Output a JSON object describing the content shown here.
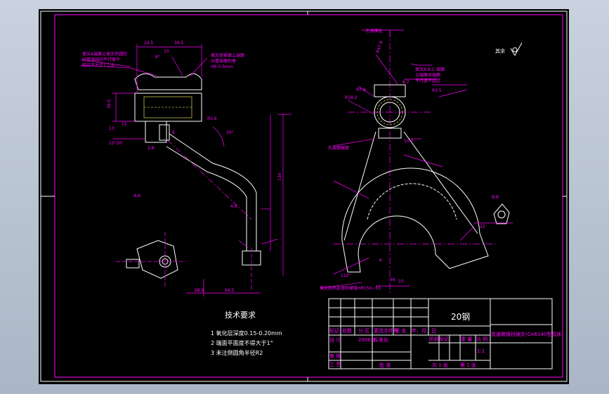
{
  "tech_requirements": {
    "title": "技术要求",
    "items": [
      "1  氧化层深度0.15-0.20mm",
      "2  端面平面度不得大于1°",
      "3  未注倒圆角半径R2"
    ]
  },
  "title_block": {
    "material": "20钢",
    "drawing_name": "变速箱换挡拨叉(CA6140型机床)",
    "header_cells": [
      "标记",
      "处数",
      "分 区",
      "更改文件号",
      "签 名",
      "年、月、日"
    ],
    "row_design": [
      "设 计",
      "",
      "2008.1",
      "标准化"
    ],
    "row_check": "审 核",
    "row_process": "工 艺",
    "approve": "批 准",
    "stage_labels": [
      "阶段标记",
      "重 量",
      "比 例"
    ],
    "scale": "1:1",
    "sheet_info": [
      "共 1 张",
      "第 1 张"
    ]
  },
  "annotations": {
    "roughness_other": "其余",
    "note_1": [
      "拨叉A端面上拨叉外圆柱",
      "对基准线的平行度不",
      "超过不大于1:1.0"
    ],
    "note_2": [
      "拨叉锁紧面上端面",
      "对基准面的垂",
      "H6-0.5mm"
    ],
    "note_3": [
      "拨叉A,B,C 端面",
      "上端面对端面",
      "平行度不超过"
    ],
    "label_section": "A-A",
    "label_view_b": "B-B",
    "label_hole": "孔高面处",
    "label_heat": "拨叉经热处理后硬度HRC50~55",
    "label_top": "孔端面硬度",
    "dims": {
      "d1": "24.5",
      "d2": "39.5",
      "d3": "10",
      "d4": "8°",
      "d5": "39.5",
      "d6": "13",
      "d7": "15",
      "d8": "2.8",
      "d9": "8",
      "d10": "R3.6",
      "d11": "15°30'",
      "d12": "130",
      "d13": "4.6",
      "d14": "30°",
      "d15": "68.8",
      "d16": "64.5",
      "d17": "R7.8",
      "d18": "R18.2",
      "d19": "36",
      "d20": "R47.8",
      "d21": "10",
      "d22": "110°",
      "d23": "R3.5",
      "d24": "8.7",
      "d25": "10.3",
      "d26": "22",
      "d27": "6"
    }
  }
}
